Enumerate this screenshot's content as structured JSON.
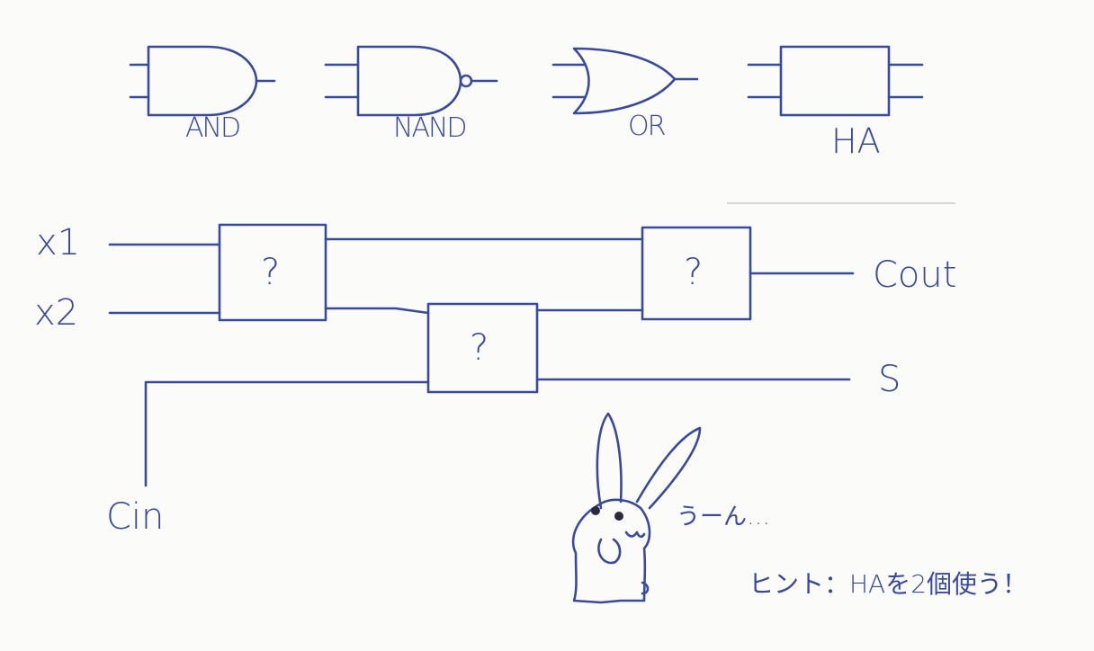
{
  "legend": {
    "and_label": "AND",
    "nand_label": "NAND",
    "or_label": "OR",
    "ha_label": "HA"
  },
  "signals": {
    "x1": "x1",
    "x2": "x2",
    "cin": "Cin",
    "cout": "Cout",
    "s": "S"
  },
  "unknown_blocks": [
    "?",
    "?",
    "?"
  ],
  "rabbit": {
    "thought": "うーん…",
    "hint": "ヒント：HAを2個使う！"
  },
  "ink_color": "#3a4a9a"
}
